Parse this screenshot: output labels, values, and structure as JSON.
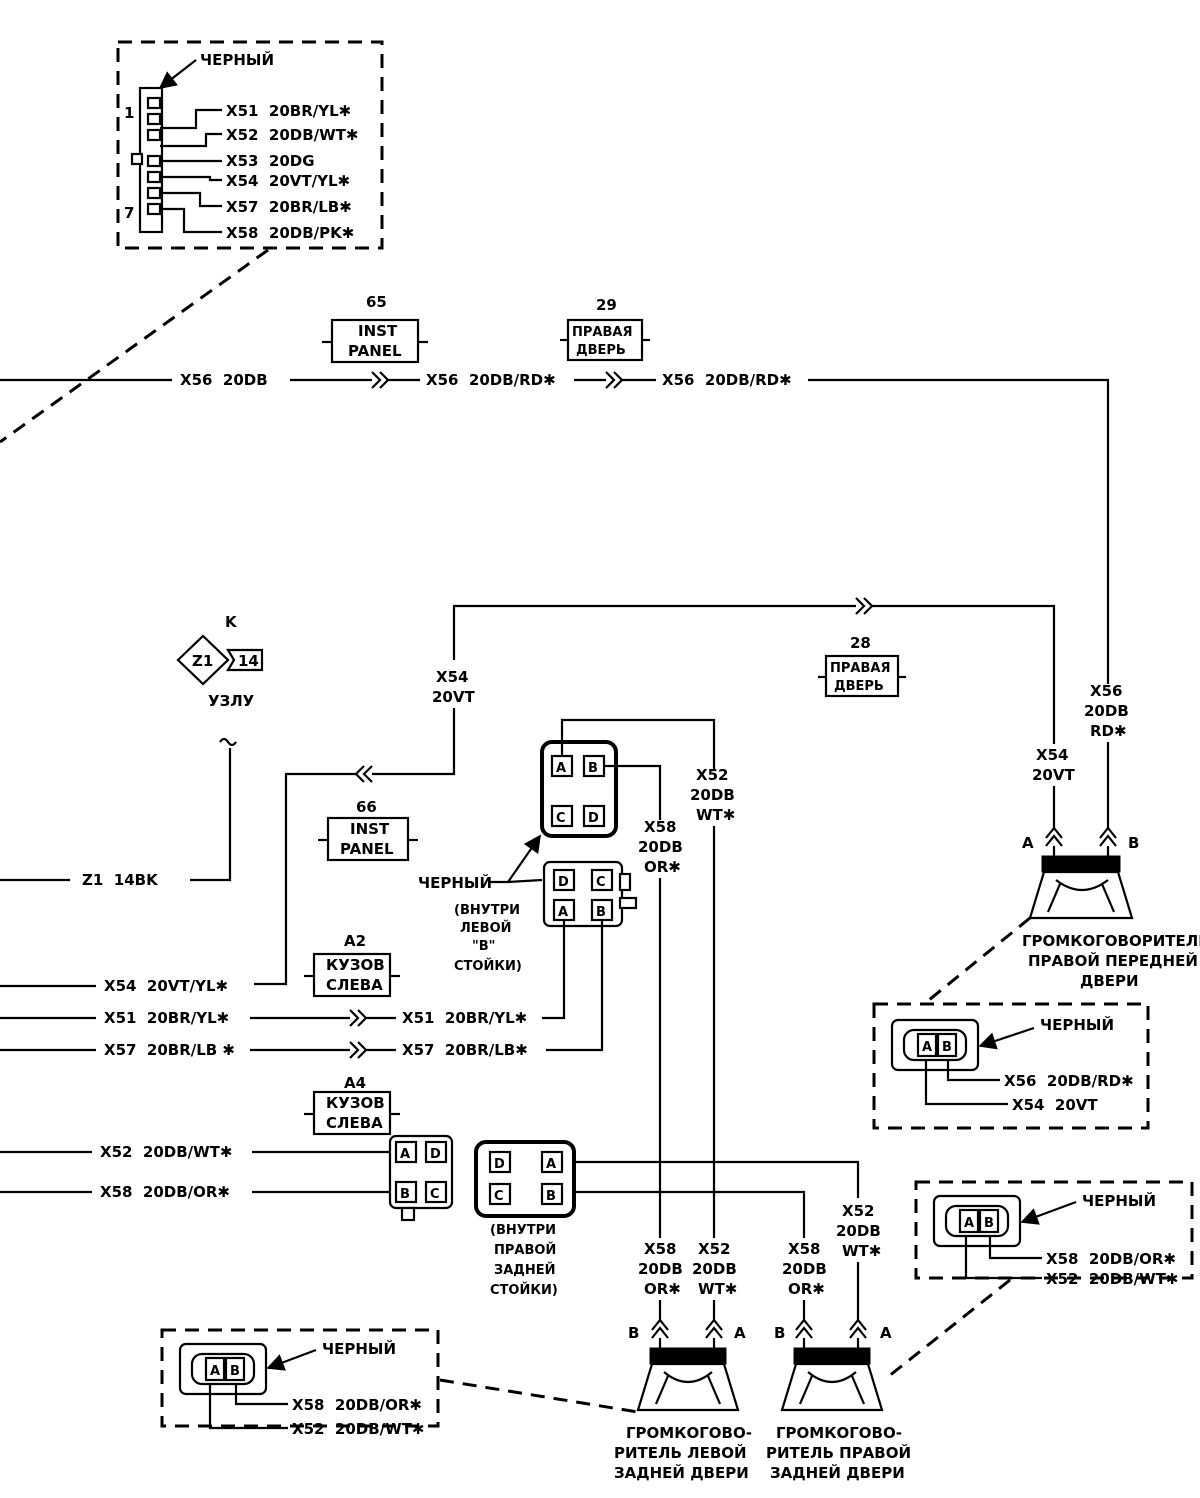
{
  "top_connector": {
    "color_label": "ЧЕРНЫЙ",
    "pin_first": "1",
    "pin_last": "7",
    "wires": [
      "X51  20BR/YL✱",
      "X52  20DB/WT✱",
      "X53  20DG",
      "X54  20VT/YL✱",
      "X57  20BR/LB✱",
      "X58  20DB/PK✱"
    ]
  },
  "splices": {
    "s65": {
      "number": "65",
      "line1": "INST",
      "line2": "PANEL"
    },
    "s29": {
      "number": "29",
      "line1": "ПРАВАЯ",
      "line2": "ДВЕРЬ"
    },
    "s28": {
      "number": "28",
      "line1": "ПРАВАЯ",
      "line2": "ДВЕРЬ"
    },
    "s66": {
      "number": "66",
      "line1": "INST",
      "line2": "PANEL"
    },
    "sa2": {
      "number": "A2",
      "line1": "КУЗОВ",
      "line2": "СЛЕВА"
    },
    "sa4": {
      "number": "A4",
      "line1": "КУЗОВ",
      "line2": "СЛЕВА"
    }
  },
  "wires": {
    "x56_left": "X56  20DB",
    "x56_mid": "X56  20DB/RD✱",
    "x56_right": "X56  20DB/RD✱",
    "x54_top_1": "X54",
    "x54_top_2": "20VT",
    "x56_vert_1": "X56",
    "x56_vert_2": "20DB",
    "x56_vert_3": "RD✱",
    "x54_vert_1": "X54",
    "x54_vert_2": "20VT",
    "x52_mid_1": "X52",
    "x52_mid_2": "20DB",
    "x52_mid_3": "WT✱",
    "x58_mid_1": "X58",
    "x58_mid_2": "20DB",
    "x58_mid_3": "OR✱",
    "z1": "Z1  14BK",
    "x54_left": "X54  20VT/YL✱",
    "x51_left": "X51  20BR/YL✱",
    "x51_right": "X51  20BR/YL✱",
    "x57_left": "X57  20BR/LB ✱",
    "x57_right": "X57  20BR/LB✱",
    "x52_left": "X52  20DB/WT✱",
    "x58_left": "X58  20DB/OR✱",
    "x52_rr_1": "X52",
    "x52_rr_2": "20DB",
    "x52_rr_3": "WT✱",
    "lr_x58_1": "X58",
    "lr_x58_2": "20DB",
    "lr_x58_3": "OR✱",
    "lr_x52_1": "X52",
    "lr_x52_2": "20DB",
    "lr_x52_3": "WT✱",
    "rr_x58_1": "X58",
    "rr_x58_2": "20DB",
    "rr_x58_3": "OR✱"
  },
  "ground": {
    "letter": "K",
    "left": "Z1",
    "right": "14",
    "label": "УЗЛУ"
  },
  "conn_bpillar": {
    "color_label": "ЧЕРНЫЙ",
    "note_1": "(ВНУТРИ",
    "note_2": "ЛЕВОЙ",
    "note_3": "\"B\"",
    "note_4": "СТОЙКИ)"
  },
  "conn_rear": {
    "note_1": "(ВНУТРИ",
    "note_2": "ПРАВОЙ",
    "note_3": "ЗАДНЕЙ",
    "note_4": "СТОЙКИ)"
  },
  "pins": {
    "a": "A",
    "b": "B",
    "c": "C",
    "d": "D"
  },
  "speaker_rf": {
    "line1": "ГРОМКОГОВОРИТЕЛЬ",
    "line2": "ПРАВОЙ ПЕРЕДНЕЙ",
    "line3": "ДВЕРИ"
  },
  "speaker_lr": {
    "line1": "ГРОМКОГОВО-",
    "line2": "РИТЕЛЬ ЛЕВОЙ",
    "line3": "ЗАДНЕЙ ДВЕРИ"
  },
  "speaker_rr": {
    "line1": "ГРОМКОГОВО-",
    "line2": "РИТЕЛЬ ПРАВОЙ",
    "line3": "ЗАДНЕЙ ДВЕРИ"
  },
  "inset_rf": {
    "color_label": "ЧЕРНЫЙ",
    "wire1": "X56  20DB/RD✱",
    "wire2": "X54  20VT"
  },
  "inset_rr": {
    "color_label": "ЧЕРНЫЙ",
    "wire1": "X58  20DB/OR✱",
    "wire2": "X52  20DB/WT✱"
  },
  "inset_lr": {
    "color_label": "ЧЕРНЫЙ",
    "wire1": "X58  20DB/OR✱",
    "wire2": "X52  20DB/WT✱"
  }
}
